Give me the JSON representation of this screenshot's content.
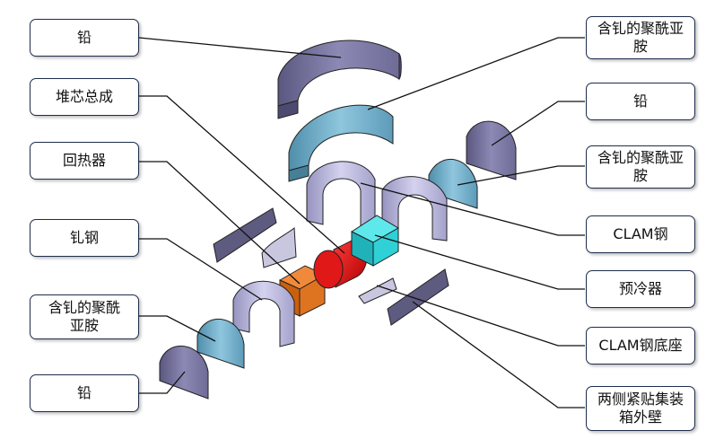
{
  "labels_left": [
    {
      "id": "lead-top-left",
      "text": "铅"
    },
    {
      "id": "core-assembly",
      "text": "堆芯总成"
    },
    {
      "id": "heat-regenerator",
      "text": "回热器"
    },
    {
      "id": "gadolinium-steel",
      "text": "钆钢"
    },
    {
      "id": "gd-polyimide-left",
      "text": "含钆的聚酰\n亚胺"
    },
    {
      "id": "lead-bottom-left",
      "text": "铅"
    }
  ],
  "labels_right": [
    {
      "id": "gd-polyimide-top-right",
      "text": "含钆的聚酰亚\n胺"
    },
    {
      "id": "lead-right",
      "text": "铅"
    },
    {
      "id": "gd-polyimide-mid-right",
      "text": "含钆的聚酰亚\n胺"
    },
    {
      "id": "clam-steel",
      "text": "CLAM钢"
    },
    {
      "id": "precooler",
      "text": "预冷器"
    },
    {
      "id": "clam-steel-base",
      "text": "CLAM钢底座"
    },
    {
      "id": "side-wall",
      "text": "两侧紧贴集装\n箱外壁"
    }
  ],
  "colors": {
    "lead": "#7a779f",
    "gd_polyimide": "#6b8fb0",
    "clam_steel": "#b3b0d6",
    "regenerator": "#d66a16",
    "core": "#e01818",
    "precooler": "#2fd0d6",
    "dark_plate": "#5e5b80",
    "leader_line": "#111111",
    "box_border": "#1f2d4d"
  }
}
